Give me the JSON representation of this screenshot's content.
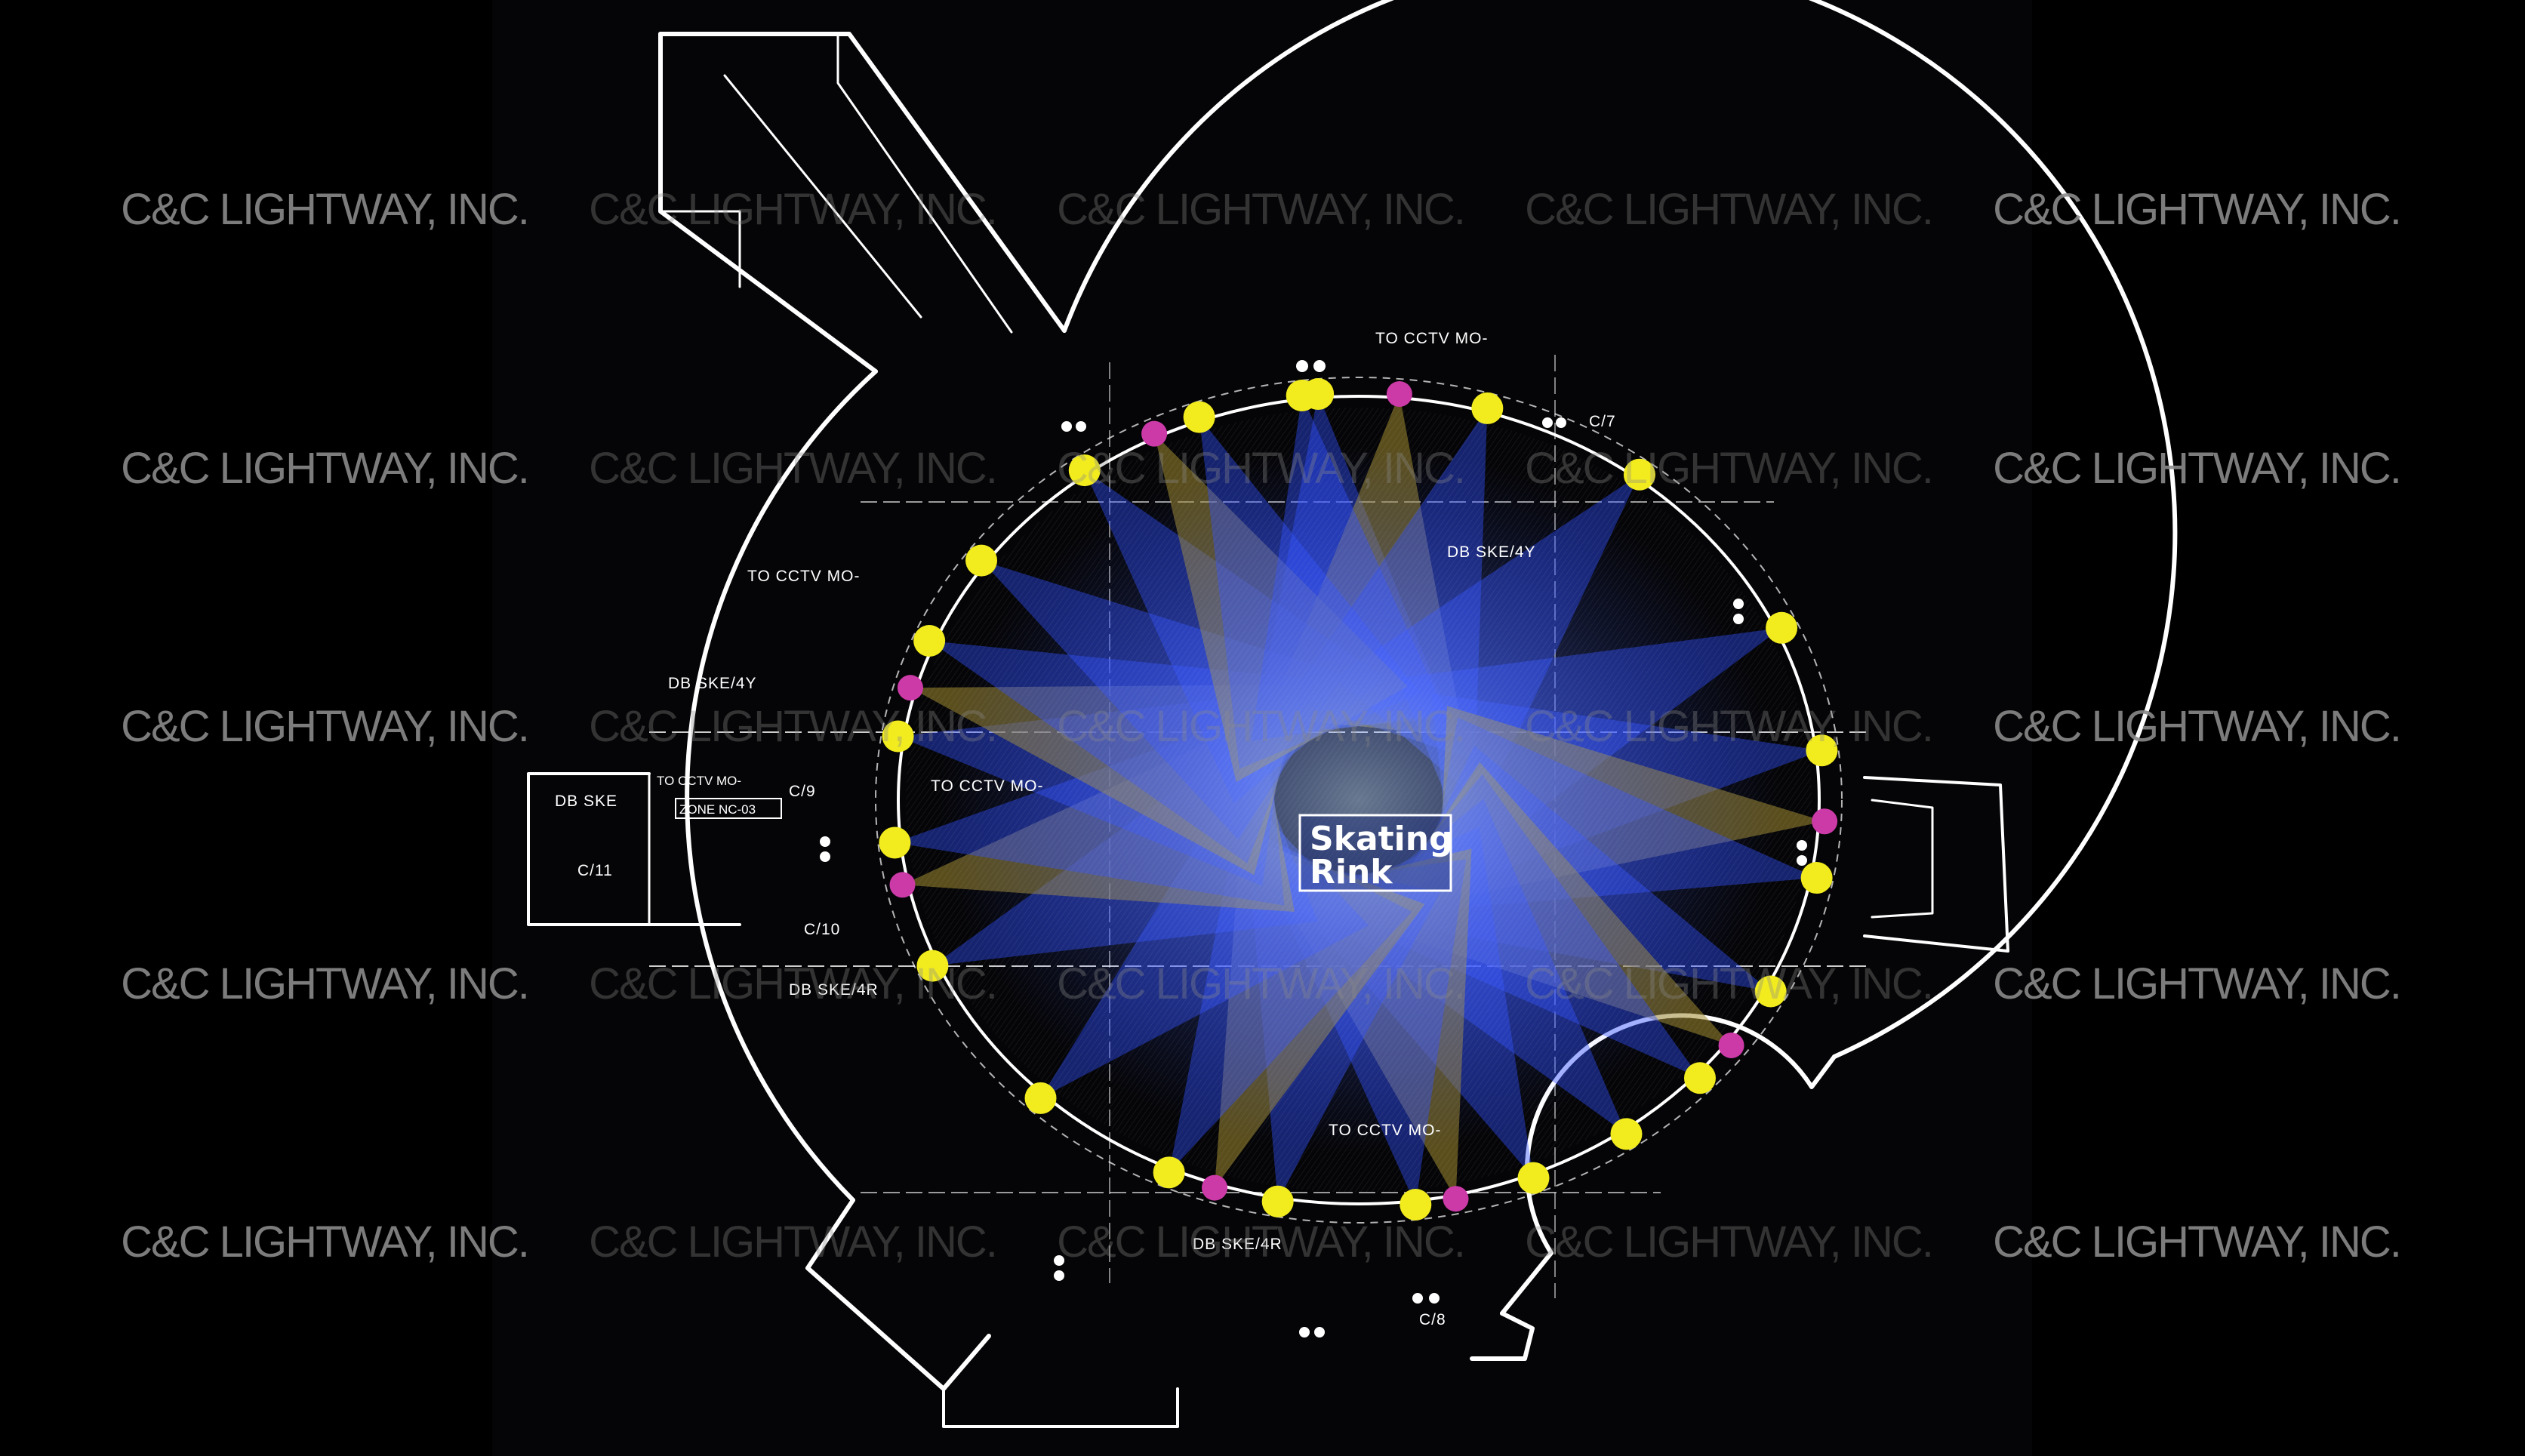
{
  "watermark": "C&C LIGHTWAY, INC.",
  "colors": {
    "background": "#000000",
    "linework": "#ffffff",
    "beam_blue": "#2f4fff",
    "beam_gold": "#a08a30",
    "fixture_yellow": "#f2ec1e",
    "fixture_magenta": "#cc3aa8"
  },
  "center_label": {
    "line1": "Skating",
    "line2": "Rink"
  },
  "annotations": {
    "cctv_top": "TO CCTV MO-",
    "cctv_left": "TO CCTV MO-",
    "cctv_mid": "TO CCTV MO-",
    "cctv_door": "TO CCTV MO-",
    "cctv_bottom": "TO CCTV MO-",
    "db_4y_right": "DB SKE/4Y",
    "db_4y_left": "DB SKE/4Y",
    "db_ske": "DB SKE",
    "zone": "ZONE NC-03",
    "db_4r_left": "DB SKE/4R",
    "db_4r_bottom": "DB SKE/4R",
    "c7": "C/7",
    "c8": "C/8",
    "c9": "C/9",
    "c10": "C/10",
    "c11": "C/11"
  },
  "fixtures": [
    {
      "type": "yellow",
      "angle": -95
    },
    {
      "type": "magenta",
      "angle": -85
    },
    {
      "type": "yellow",
      "angle": -74
    },
    {
      "type": "yellow",
      "angle": -53
    },
    {
      "type": "yellow",
      "angle": -25
    },
    {
      "type": "yellow",
      "angle": -7
    },
    {
      "type": "magenta",
      "angle": 3
    },
    {
      "type": "yellow",
      "angle": 11
    },
    {
      "type": "yellow",
      "angle": 28
    },
    {
      "type": "magenta",
      "angle": 37
    },
    {
      "type": "yellow",
      "angle": 43
    },
    {
      "type": "yellow",
      "angle": 55
    },
    {
      "type": "yellow",
      "angle": 68
    },
    {
      "type": "magenta",
      "angle": 78
    },
    {
      "type": "yellow",
      "angle": 83
    },
    {
      "type": "yellow",
      "angle": 100
    },
    {
      "type": "magenta",
      "angle": 108
    },
    {
      "type": "yellow",
      "angle": 114
    },
    {
      "type": "yellow",
      "angle": 133
    },
    {
      "type": "yellow",
      "angle": 156
    },
    {
      "type": "magenta",
      "angle": 168
    },
    {
      "type": "yellow",
      "angle": 174
    },
    {
      "type": "yellow",
      "angle": 189
    },
    {
      "type": "magenta",
      "angle": 196
    },
    {
      "type": "yellow",
      "angle": 203
    },
    {
      "type": "yellow",
      "angle": 216
    },
    {
      "type": "yellow",
      "angle": 234
    },
    {
      "type": "magenta",
      "angle": 244
    },
    {
      "type": "yellow",
      "angle": 250
    },
    {
      "type": "yellow",
      "angle": 263
    }
  ]
}
